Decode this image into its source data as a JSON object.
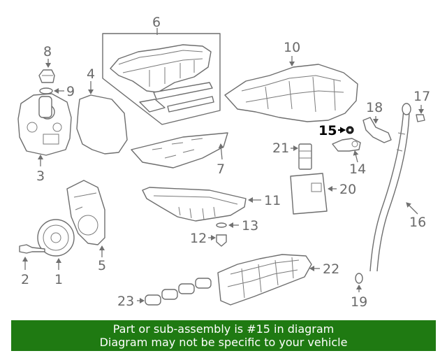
{
  "callouts": [
    "1",
    "2",
    "3",
    "4",
    "5",
    "6",
    "7",
    "8",
    "9",
    "10",
    "11",
    "12",
    "13",
    "14",
    "15",
    "16",
    "17",
    "18",
    "19",
    "20",
    "21",
    "22",
    "23"
  ],
  "highlighted": "15",
  "highlight_color": "#000000",
  "label_color": "#6a6a6a",
  "banner": {
    "line1": "Part or sub-assembly is #15 in diagram",
    "line2": "Diagram may not be specific to your vehicle",
    "background": "#1f7a12",
    "text_color": "#ffffff"
  }
}
